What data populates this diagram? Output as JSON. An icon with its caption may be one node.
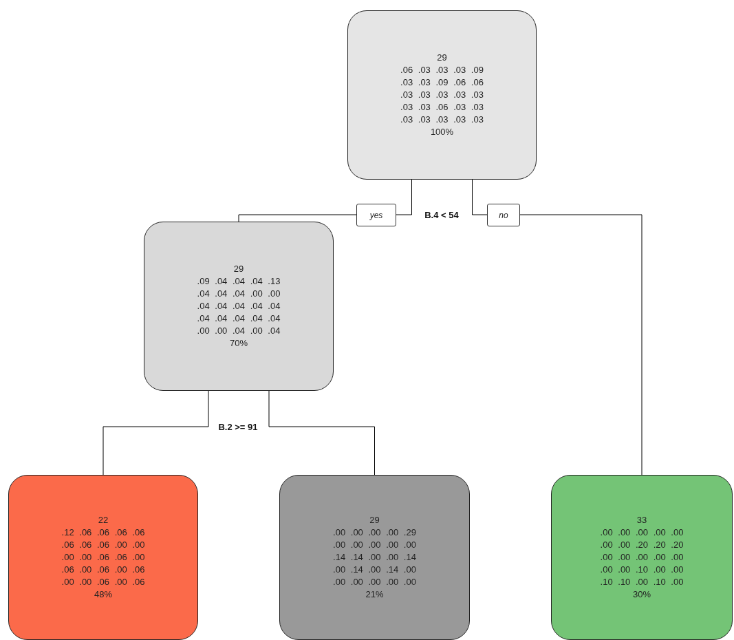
{
  "diagram": {
    "nodes": [
      {
        "text": [
          "29",
          ".06 .03 .03 .03 .09",
          ".03 .03 .09 .06 .06",
          ".03 .03 .03 .03 .03",
          ".03 .03 .06 .03 .03",
          ".03 .03 .03 .03 .03",
          "100%"
        ]
      },
      {
        "text": [
          "29",
          ".09 .04 .04 .04 .13",
          ".04 .04 .04 .00 .00",
          ".04 .04 .04 .04 .04",
          ".04 .04 .04 .04 .04",
          ".00 .00 .04 .00 .04",
          "70%"
        ]
      },
      {
        "text": [
          "22",
          ".12 .06 .06 .06 .06",
          ".06 .06 .06 .00 .00",
          ".00 .00 .06 .06 .00",
          ".06 .00 .06 .00 .06",
          ".00 .00 .06 .00 .06",
          "48%"
        ]
      },
      {
        "text": [
          "29",
          ".00 .00 .00 .00 .29",
          ".00 .00 .00 .00 .00",
          ".14 .14 .00 .00 .14",
          ".00 .14 .00 .14 .00",
          ".00 .00 .00 .00 .00",
          "21%"
        ]
      },
      {
        "text": [
          "33",
          ".00 .00 .00 .00 .00",
          ".00 .00 .20 .20 .20",
          ".00 .00 .00 .00 .00",
          ".00 .00 .10 .00 .00",
          ".10 .10 .00 .10 .00",
          "30%"
        ]
      }
    ],
    "edges": [
      {
        "from": 0,
        "to": 1,
        "arrow": "none",
        "label": "yes"
      },
      {
        "from": 0,
        "to": 4,
        "arrow": "none",
        "label": "no"
      },
      {
        "from": 1,
        "to": 2,
        "arrow": "none"
      },
      {
        "from": 1,
        "to": 3,
        "arrow": "none"
      }
    ],
    "labels": [
      "B.4 < 54",
      "B.2 >= 91"
    ]
  }
}
